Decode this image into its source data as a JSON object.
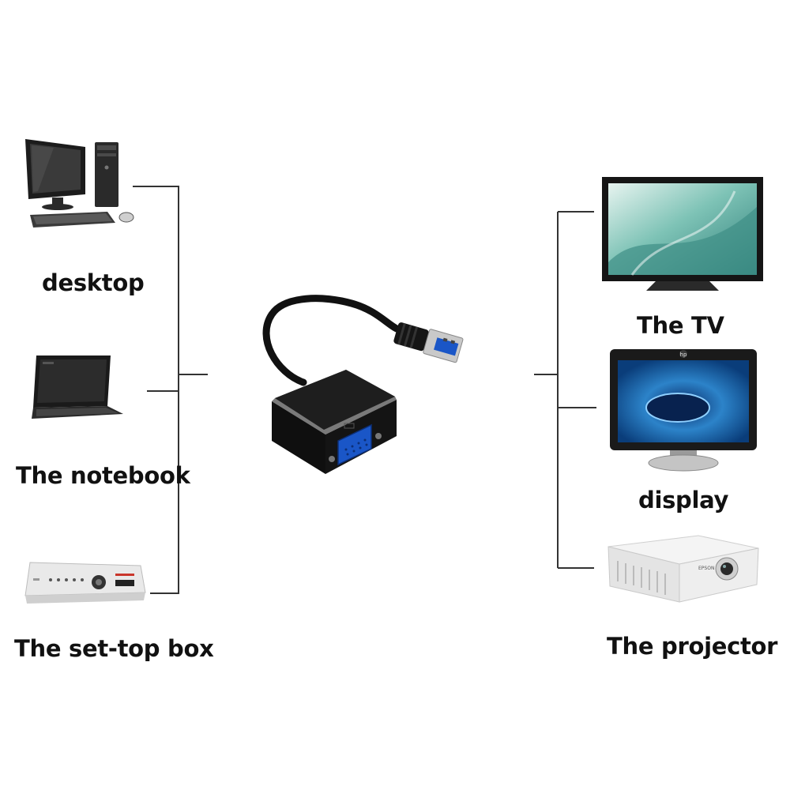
{
  "diagram": {
    "hub": {
      "name": "USB 3.0 to VGA adapter",
      "connector_color": "#1a56c7"
    },
    "left_devices": [
      {
        "id": "desktop",
        "label": "desktop",
        "icon": "desktop-computer-icon"
      },
      {
        "id": "notebook",
        "label": "The notebook",
        "icon": "laptop-icon"
      },
      {
        "id": "settop",
        "label": "The set-top box",
        "icon": "set-top-box-icon"
      }
    ],
    "right_devices": [
      {
        "id": "tv",
        "label": "The TV",
        "icon": "tv-icon",
        "brand": ""
      },
      {
        "id": "display",
        "label": "display",
        "icon": "monitor-icon",
        "brand": "hp"
      },
      {
        "id": "projector",
        "label": "The projector",
        "icon": "projector-icon",
        "brand": "EPSON"
      }
    ],
    "colors": {
      "line": "#333333",
      "background": "#ffffff",
      "label": "#111111"
    }
  }
}
